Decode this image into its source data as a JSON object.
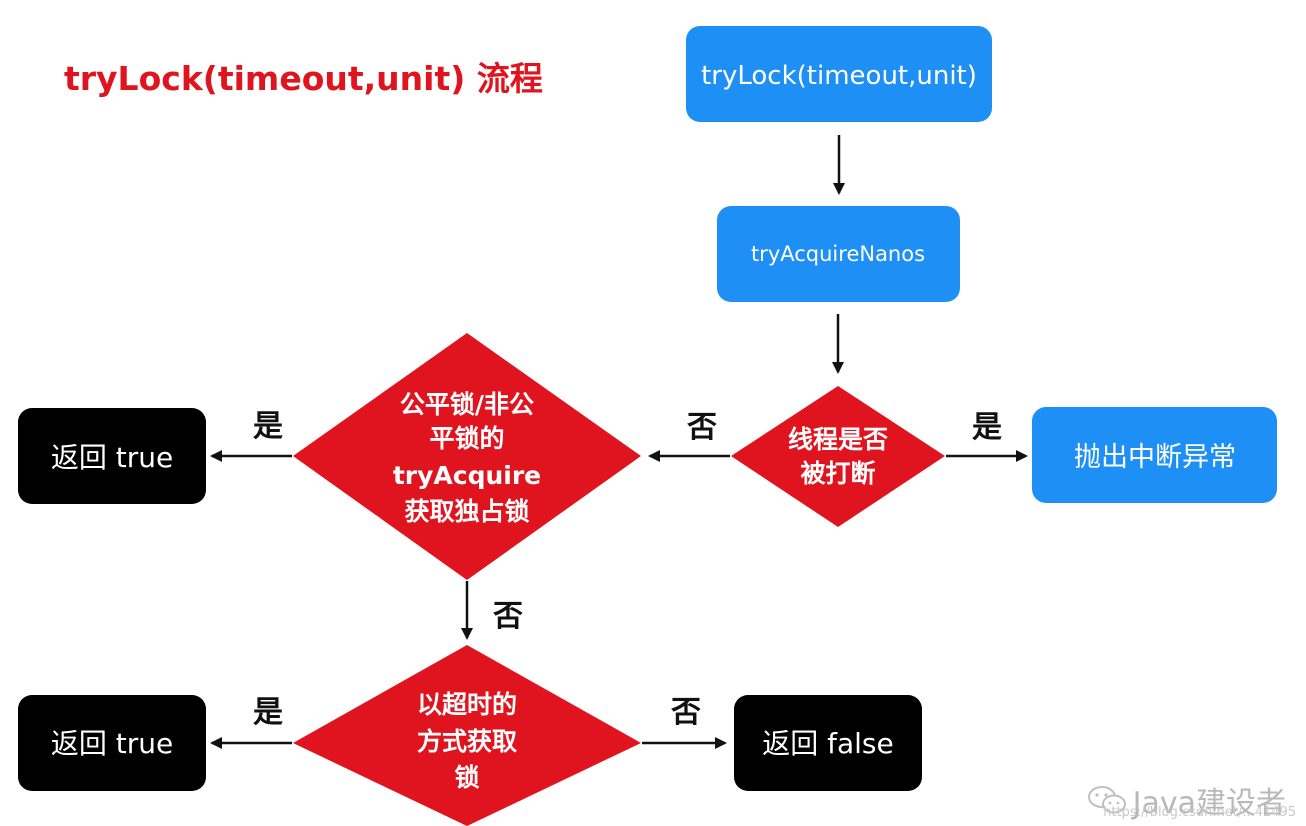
{
  "title": "tryLock(timeout,unit) 流程",
  "nodes": {
    "start": "tryLock(timeout,unit)",
    "try_acquire_nanos": "tryAcquireNanos",
    "interrupted_line1": "线程是否",
    "interrupted_line2": "被打断",
    "throw": "抛出中断异常",
    "fair_line1": "公平锁/非公",
    "fair_line2": "平锁的",
    "fair_line3": "tryAcquire",
    "fair_line4": "获取独占锁",
    "return_true_1": "返回 true",
    "timeout_line1": "以超时的",
    "timeout_line2": "方式获取",
    "timeout_line3": "锁",
    "return_true_2": "返回 true",
    "return_false": "返回 false"
  },
  "edge_labels": {
    "interrupted_yes": "是",
    "interrupted_no": "否",
    "fair_yes": "是",
    "fair_no": "否",
    "timeout_yes": "是",
    "timeout_no": "否"
  },
  "watermark": {
    "text": "Java建设者",
    "url": "https://blog.csdn.net/...41495"
  },
  "colors": {
    "title_red": "#e0141e",
    "process_blue": "#1e90f5",
    "decision_red": "#e0141e",
    "terminal_black": "#000000",
    "arrow": "#111111"
  }
}
